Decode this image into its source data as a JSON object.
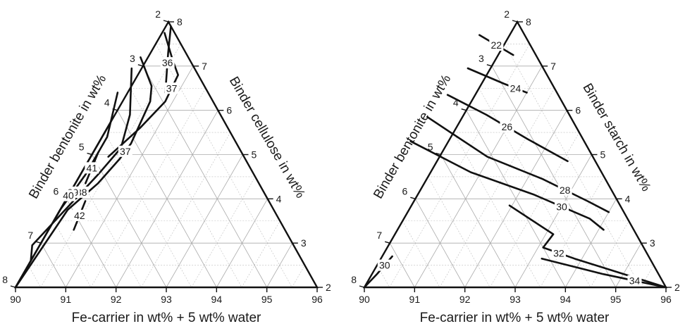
{
  "chart_data": [
    {
      "type": "ternary-contour",
      "bottom_axis": {
        "label": "Fe-carrier in wt% + 5 wt% water",
        "ticks": [
          "90",
          "91",
          "92",
          "93",
          "94",
          "95",
          "96"
        ]
      },
      "left_axis": {
        "label": "Binder bentonite in wt%",
        "ticks": [
          "2",
          "3",
          "4",
          "5",
          "6",
          "7",
          "8"
        ]
      },
      "right_axis": {
        "label": "Binder cellulose in wt%",
        "ticks": [
          "2",
          "3",
          "4",
          "5",
          "6",
          "7",
          "8"
        ]
      },
      "contours": [
        {
          "label": "36",
          "points": [
            [
              2.0,
              7.9
            ],
            [
              2.35,
              7.3
            ],
            [
              2.6,
              6.85
            ],
            [
              2.85,
              6.4
            ]
          ]
        },
        {
          "label": "37",
          "points": [
            [
              2.2,
              7.75
            ],
            [
              2.35,
              7.1
            ],
            [
              2.4,
              6.8
            ],
            [
              2.95,
              6.2
            ],
            [
              3.75,
              5.6
            ],
            [
              4.7,
              4.95
            ]
          ]
        },
        {
          "label": "37",
          "points": [
            [
              2.95,
              7.2
            ],
            [
              3.05,
              6.55
            ],
            [
              3.25,
              6.2
            ],
            [
              4.1,
              5.25
            ],
            [
              4.5,
              4.9
            ],
            [
              5.2,
              4.35
            ],
            [
              6.1,
              3.75
            ],
            [
              8.0,
              2.0
            ]
          ]
        },
        {
          "label": "38",
          "points": [
            [
              3.25,
              6.95
            ],
            [
              3.8,
              5.9
            ],
            [
              4.35,
              5.15
            ],
            [
              5.1,
              4.55
            ],
            [
              6.15,
              3.75
            ],
            [
              7.2,
              2.95
            ],
            [
              7.4,
              2.6
            ],
            [
              8.0,
              2.0
            ]
          ]
        },
        {
          "label": "39",
          "points": [
            [
              3.8,
              6.4
            ],
            [
              4.5,
              5.4
            ],
            [
              5.35,
              4.55
            ],
            [
              6.25,
              3.75
            ],
            [
              7.4,
              2.6
            ]
          ]
        },
        {
          "label": "40",
          "points": [
            [
              4.25,
              5.75
            ],
            [
              5.35,
              4.65
            ],
            [
              6.5,
              3.5
            ]
          ]
        },
        {
          "label": "41",
          "points": [
            [
              4.85,
              5.05
            ],
            [
              5.45,
              4.35
            ]
          ]
        },
        {
          "label": "42",
          "points": [
            [
              5.65,
              3.95
            ],
            [
              6.2,
              3.3
            ]
          ]
        }
      ]
    },
    {
      "type": "ternary-contour",
      "bottom_axis": {
        "label": "Fe-carrier in wt% + 5 wt% water",
        "ticks": [
          "90",
          "91",
          "92",
          "93",
          "94",
          "95",
          "96"
        ]
      },
      "left_axis": {
        "label": "Binder bentonite in wt%",
        "ticks": [
          "2",
          "3",
          "4",
          "5",
          "6",
          "7",
          "8"
        ]
      },
      "right_axis": {
        "label": "Binder starch in wt%",
        "ticks": [
          "2",
          "3",
          "4",
          "5",
          "6",
          "7",
          "8"
        ]
      },
      "contours": [
        {
          "label": "22",
          "points": [
            [
              2.9,
              7.7
            ],
            [
              2.45,
              7.25
            ]
          ]
        },
        {
          "label": "24",
          "points": [
            [
              3.5,
              6.95
            ],
            [
              2.95,
              6.6
            ],
            [
              2.6,
              6.4
            ]
          ]
        },
        {
          "label": "26",
          "points": [
            [
              4.2,
              6.35
            ],
            [
              3.65,
              5.9
            ],
            [
              3.1,
              5.35
            ],
            [
              2.55,
              4.85
            ]
          ]
        },
        {
          "label": "28",
          "points": [
            [
              4.85,
              5.85
            ],
            [
              4.1,
              4.95
            ],
            [
              3.25,
              4.45
            ],
            [
              2.6,
              3.95
            ],
            [
              2.3,
              3.7
            ]
          ]
        },
        {
          "label": "30",
          "points": [
            [
              5.45,
              5.3
            ],
            [
              4.6,
              4.6
            ],
            [
              3.6,
              4.1
            ],
            [
              2.75,
              3.55
            ],
            [
              2.6,
              3.3
            ]
          ]
        },
        {
          "label": "30",
          "points": [
            [
              8.0,
              2.0
            ],
            [
              7.6,
              2.3
            ],
            [
              7.1,
              2.7
            ]
          ]
        },
        {
          "label": "32",
          "points": [
            [
              4.2,
              3.85
            ],
            [
              3.65,
              3.2
            ],
            [
              4.0,
              2.9
            ],
            [
              3.5,
              2.65
            ],
            [
              2.0,
              2.0
            ]
          ]
        },
        {
          "label": "34",
          "points": [
            [
              4.15,
              2.65
            ],
            [
              3.1,
              2.3
            ],
            [
              2.0,
              2.0
            ]
          ]
        }
      ]
    }
  ]
}
